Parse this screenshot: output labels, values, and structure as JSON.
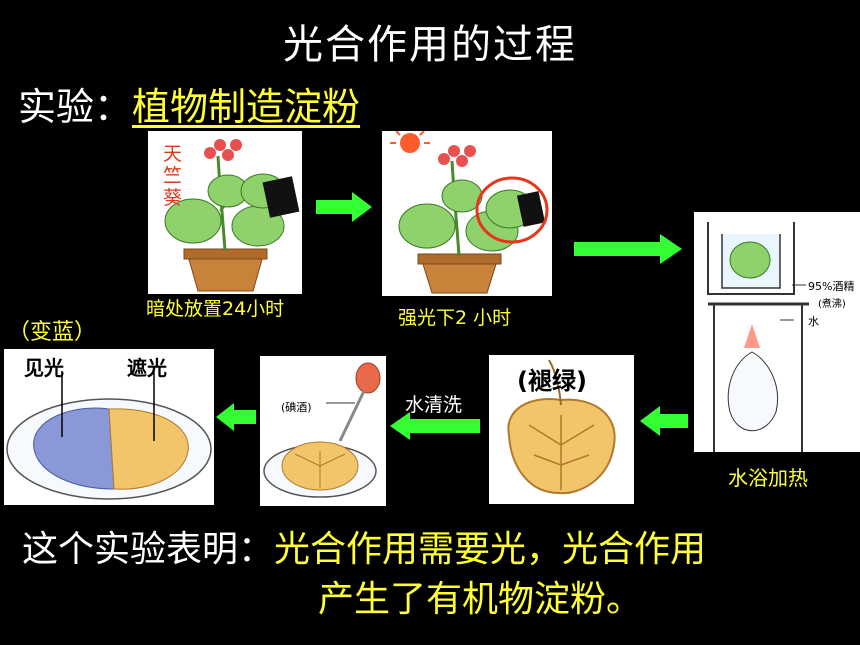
{
  "slide": {
    "title": "光合作用的过程",
    "experiment_prefix": "实验：",
    "experiment_topic": "植物制造淀粉",
    "plant_label_1": "天",
    "plant_label_2": "竺",
    "plant_label_3": "葵",
    "step1_caption": "暗处放置24小时",
    "step2_caption": "强光下2 小时",
    "step3_caption": "水浴加热",
    "alcohol_label": "95%酒精",
    "boil_label": "(煮沸)",
    "water_label": "水",
    "step4_label": "(褪绿)",
    "rinse_caption": "水清洗",
    "iodine_label": "(碘酒)",
    "turn_blue_caption": "（变蓝）",
    "light_label": "见光",
    "shade_label": "遮光",
    "conclusion_prefix": "这个实验表明：",
    "conclusion_line1": "光合作用需要光，光合作用",
    "conclusion_line2": "产生了有机物淀粉。"
  },
  "colors": {
    "background": "#000000",
    "highlight": "#ffff33",
    "arrow": "#33ff33",
    "red": "#e8361a"
  }
}
